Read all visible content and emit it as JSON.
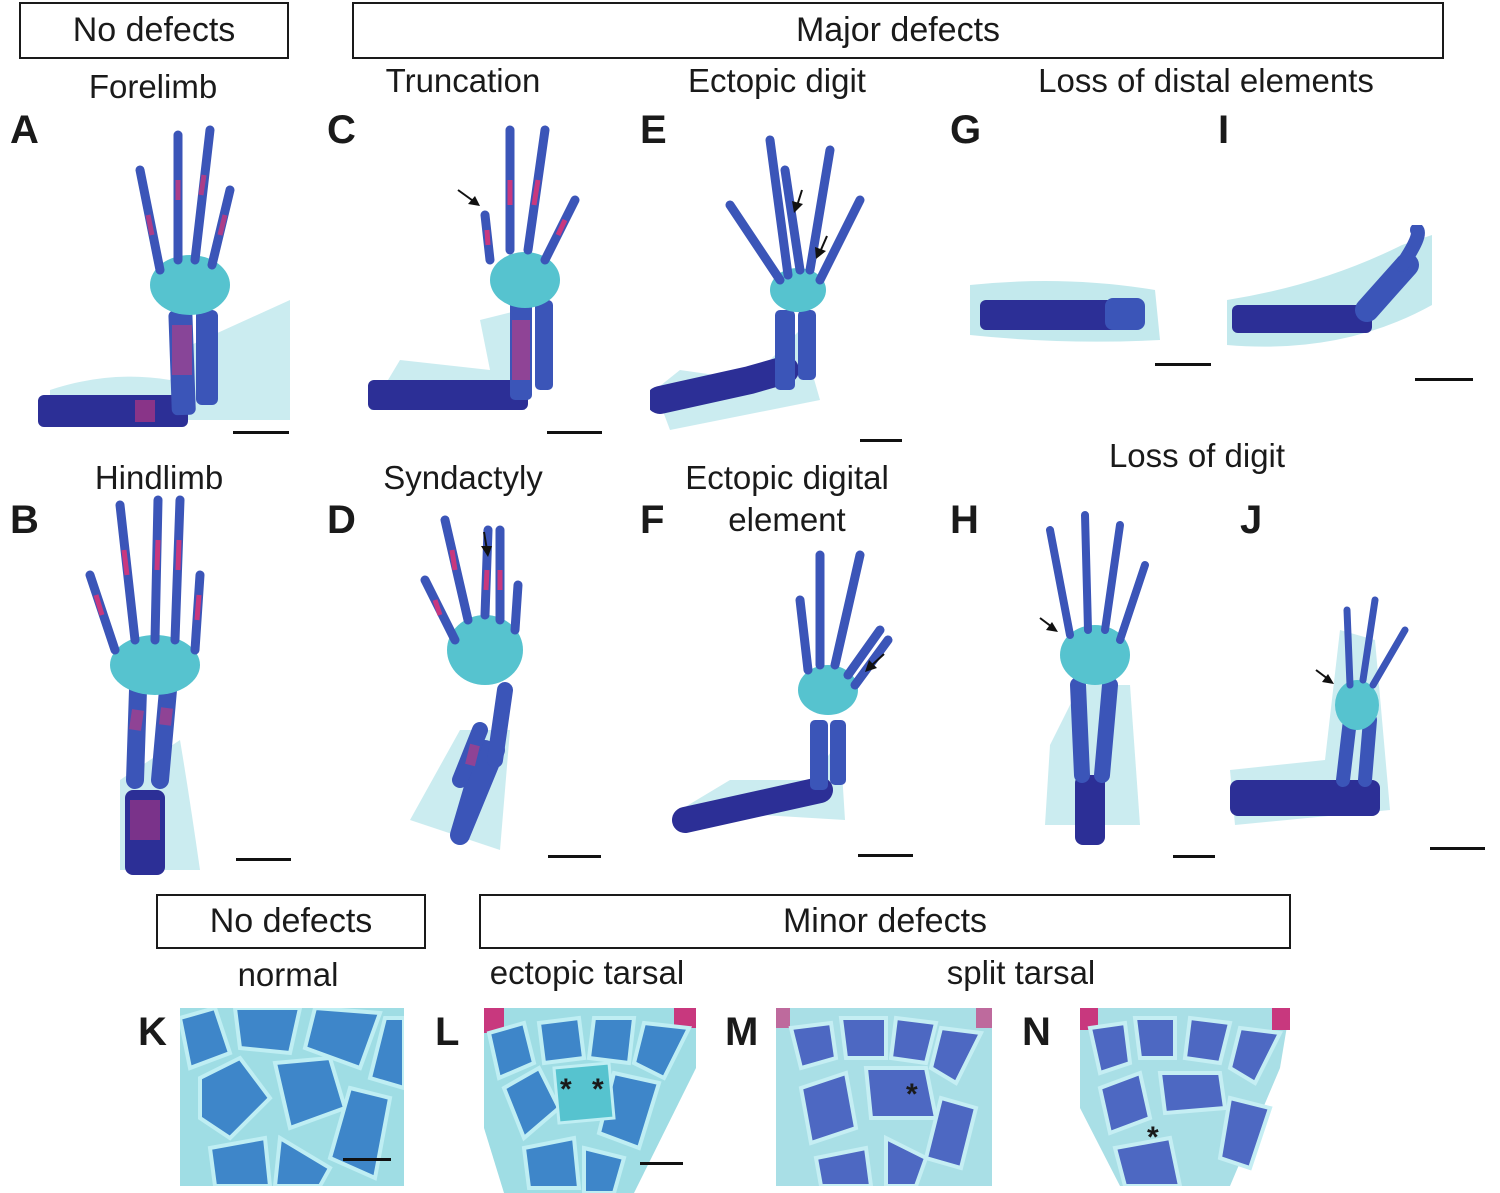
{
  "headers": {
    "no_defects_top": "No defects",
    "major_defects": "Major defects",
    "no_defects_bottom": "No defects",
    "minor_defects": "Minor defects"
  },
  "captions": {
    "forelimb": "Forelimb",
    "truncation": "Truncation",
    "ectopic_digit": "Ectopic digit",
    "loss_distal": "Loss of distal elements",
    "hindlimb": "Hindlimb",
    "syndactyly": "Syndactyly",
    "ectopic_digital_line1": "Ectopic digital",
    "ectopic_digital_line2": "element",
    "loss_digit": "Loss of digit",
    "normal": "normal",
    "ectopic_tarsal": "ectopic tarsal",
    "split_tarsal": "split tarsal"
  },
  "panel_letters": [
    "A",
    "B",
    "C",
    "D",
    "E",
    "F",
    "G",
    "H",
    "I",
    "J",
    "K",
    "L",
    "M",
    "N"
  ],
  "asterisk": "*",
  "colors": {
    "cartilage": "#56c3cf",
    "bone_dark": "#2c2f96",
    "bone_mid": "#3b55b8",
    "ossified_pink": "#c8387e",
    "tissue": "#a9dfe6",
    "ink": "#1a1a1a"
  }
}
